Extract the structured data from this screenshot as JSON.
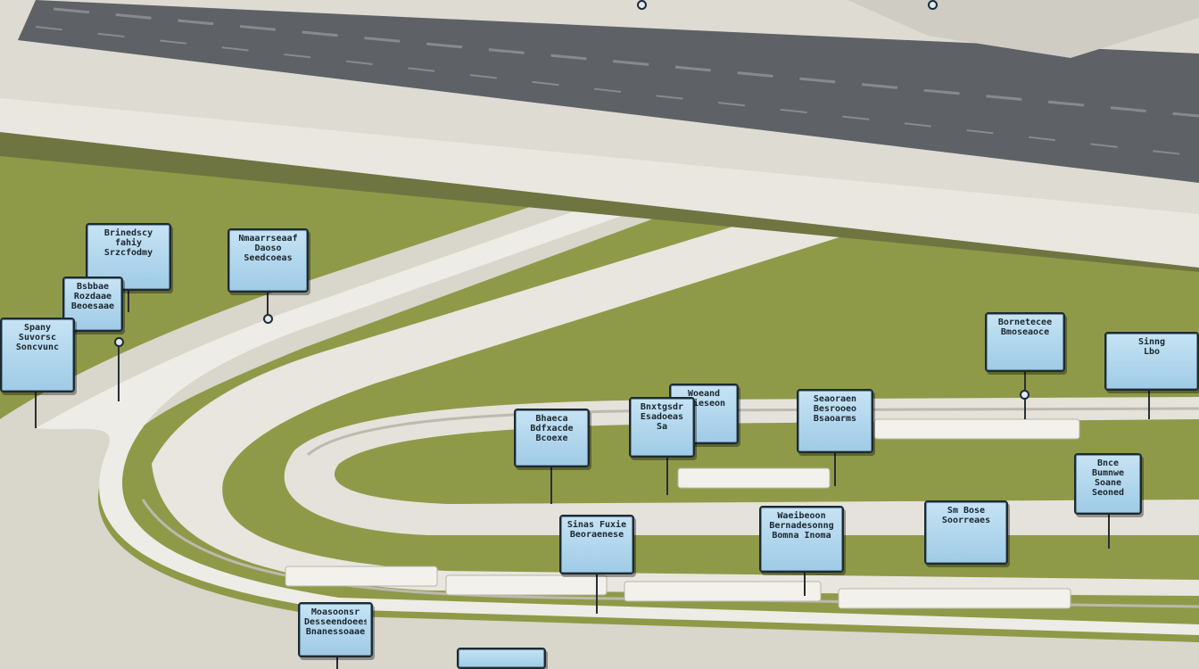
{
  "scene": {
    "description_type": "illustration",
    "colors": {
      "ground": "#8f9a48",
      "road_surface": "#5e6266",
      "concrete": "#e2e0d8",
      "sign_face": "#b3d8ee",
      "sign_border": "#1d2a33"
    }
  },
  "signs": [
    {
      "id": "s1",
      "lines": [
        "Brinedscy",
        "fahiy",
        "Srzcfodmy"
      ]
    },
    {
      "id": "s2",
      "lines": [
        "Nmaarrseaaf",
        "Daoso",
        "Seedcoeas"
      ]
    },
    {
      "id": "s3",
      "lines": [
        "Bsbbae",
        "Rozdaae",
        "Beoesaae"
      ]
    },
    {
      "id": "s4",
      "lines": [
        "Spany",
        "Suvorsc",
        "Soncvunc"
      ]
    },
    {
      "id": "s5",
      "lines": [
        "Bornetecee",
        "Bmoseaoce"
      ]
    },
    {
      "id": "s6",
      "lines": [
        "Sinng",
        "Lbo"
      ]
    },
    {
      "id": "s7",
      "lines": [
        "Woeand",
        "Seieseon"
      ]
    },
    {
      "id": "s8",
      "lines": [
        "Bnxtgsdr",
        "Esadoeas",
        "Sa"
      ]
    },
    {
      "id": "s9",
      "lines": [
        "Bhaeca",
        "Bdfxacde",
        "Bcoexe"
      ]
    },
    {
      "id": "s10",
      "lines": [
        "Seaoraen",
        "Besrooeo",
        "Bsaoarms"
      ]
    },
    {
      "id": "s11",
      "lines": [
        "Bnce",
        "Bumnwe",
        "Soane",
        "Seoned"
      ]
    },
    {
      "id": "s12",
      "lines": [
        "Sinas Fuxie",
        "Beoraenese"
      ]
    },
    {
      "id": "s13",
      "lines": [
        "Waeibeoon",
        "Bernadesonng",
        "Bomna Inoma"
      ]
    },
    {
      "id": "s14",
      "lines": [
        "Sm Bose",
        "Soorreaes"
      ]
    },
    {
      "id": "s15",
      "lines": [
        "Moasoonsr",
        "Desseendoees",
        "Bnanessoaae"
      ]
    },
    {
      "id": "s16",
      "lines": [
        ""
      ]
    }
  ]
}
